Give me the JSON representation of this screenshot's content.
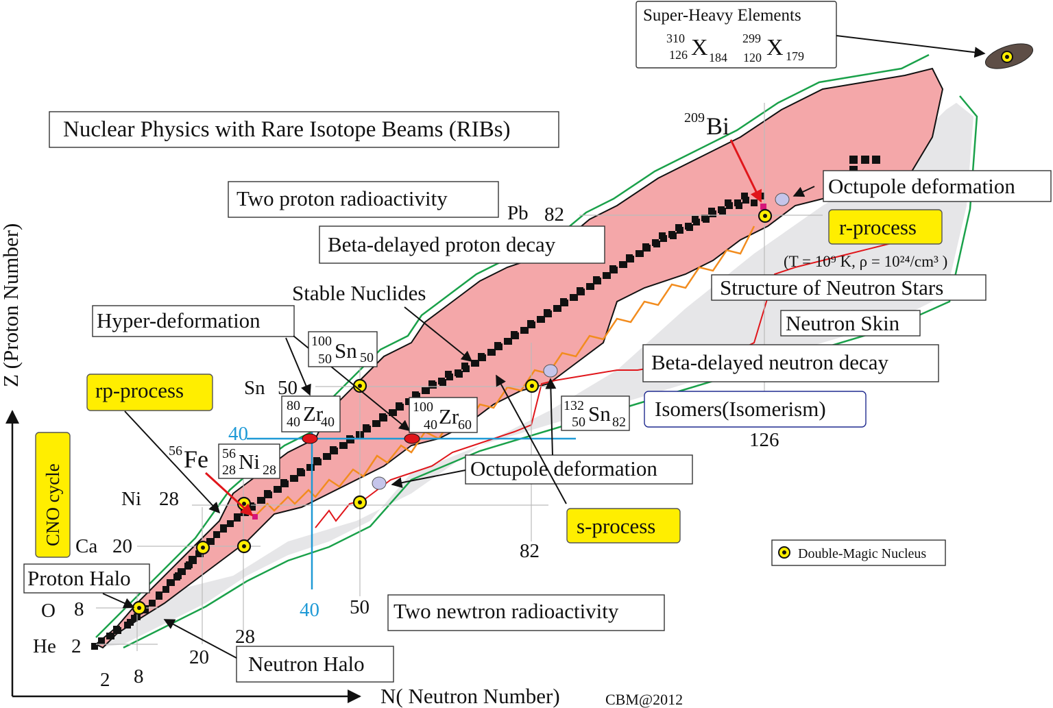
{
  "title": "Nuclear Physics with Rare Isotope Beams (RIBs)",
  "axes": {
    "x_label": "N( Neutron Number)",
    "y_label": "Z (Proton Number)",
    "credit": "CBM@2012"
  },
  "magic_n_ticks": [
    "2",
    "8",
    "20",
    "28",
    "50",
    "82",
    "126"
  ],
  "magic_z_ticks": [
    {
      "element": "He",
      "z": "2"
    },
    {
      "element": "O",
      "z": "8"
    },
    {
      "element": "Ca",
      "z": "20"
    },
    {
      "element": "Ni",
      "z": "28"
    },
    {
      "element": "Sn",
      "z": "50"
    },
    {
      "element": "Pb",
      "z": "82"
    }
  ],
  "line_40": {
    "n": "40",
    "z": "40"
  },
  "labels": {
    "super_heavy": "Super-Heavy Elements",
    "she1": {
      "a": "310",
      "z": "126",
      "sym": "X",
      "n": "184"
    },
    "she2": {
      "a": "299",
      "z": "120",
      "sym": "X",
      "n": "179"
    },
    "two_proton": "Two proton radioactivity",
    "beta_proton": "Beta-delayed proton decay",
    "stable": "Stable Nuclides",
    "hyper": "Hyper-deformation",
    "rp": "rp-process",
    "cno": "CNO cycle",
    "proton_halo": "Proton Halo",
    "neutron_halo": "Neutron Halo",
    "two_neutron": "Two newtron radioactivity",
    "octupole1": "Octupole deformation",
    "octupole2": "Octupole deformation",
    "s_process": "s-process",
    "r_process": "r-process",
    "r_conditions": "(T = 10⁹ K, ρ = 10²⁴/cm³ )",
    "neutron_stars": "Structure of Neutron Stars",
    "neutron_skin": "Neutron Skin",
    "beta_neutron": "Beta-delayed neutron decay",
    "isomers": "Isomers(Isomerism)",
    "legend": "Double-Magic Nucleus",
    "bi": {
      "a": "209",
      "sym": "Bi"
    },
    "fe": {
      "a": "56",
      "sym": "Fe"
    },
    "ni56": {
      "a": "56",
      "z": "28",
      "sym": "Ni",
      "n": "28"
    },
    "sn100": {
      "a": "100",
      "z": "50",
      "sym": "Sn",
      "n": "50"
    },
    "zr80": {
      "a": "80",
      "z": "40",
      "sym": "Zr",
      "n": "40"
    },
    "zr100": {
      "a": "100",
      "z": "40",
      "sym": "Zr",
      "n": "60"
    },
    "sn132": {
      "a": "132",
      "z": "50",
      "sym": "Sn",
      "n": "82"
    }
  },
  "colors": {
    "known_region": "#f4a7a9",
    "predicted_region": "#e6e6e8",
    "drip_line": "#1aa14a",
    "stable": "#111111",
    "r_path": "#e0161b",
    "rp_path": "#f28c1e",
    "magic": "#ffee00",
    "blue_line": "#1f9ad6"
  }
}
